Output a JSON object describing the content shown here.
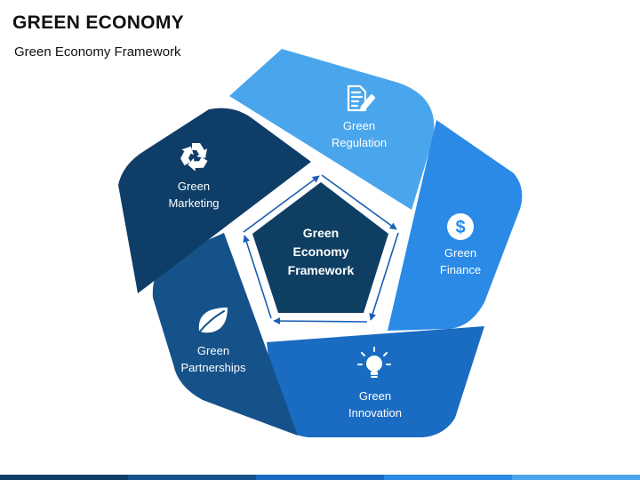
{
  "header": {
    "title": "GREEN ECONOMY",
    "subtitle": "Green Economy Framework"
  },
  "center": {
    "lines": [
      "Green",
      "Economy",
      "Framework"
    ],
    "color": "#0f3e63"
  },
  "segments": [
    {
      "id": "regulation",
      "lines": [
        "Green",
        "Regulation"
      ],
      "icon": "document-pen-icon",
      "color": "#4aa6ec"
    },
    {
      "id": "finance",
      "lines": [
        "Green",
        "Finance"
      ],
      "icon": "dollar-icon",
      "color": "#2a8ae6"
    },
    {
      "id": "innovation",
      "lines": [
        "Green",
        "Innovation"
      ],
      "icon": "lightbulb-icon",
      "color": "#1a6bc2"
    },
    {
      "id": "partnerships",
      "lines": [
        "Green",
        "Partnerships"
      ],
      "icon": "leaf-icon",
      "color": "#15528a"
    },
    {
      "id": "marketing",
      "lines": [
        "Green",
        "Marketing"
      ],
      "icon": "recycle-icon",
      "color": "#0e3d68"
    }
  ],
  "colors": {
    "arrow": "#1a5fb4",
    "bar": [
      "#0e3d68",
      "#15528a",
      "#1a6bc2",
      "#2a8ae6",
      "#4aa6ec"
    ]
  }
}
